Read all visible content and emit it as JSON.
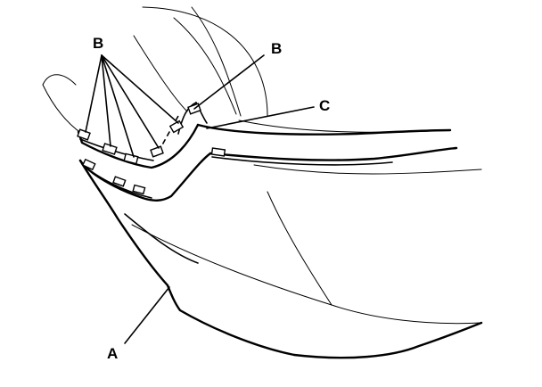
{
  "callouts": {
    "a": "A",
    "b_left": "B",
    "b_right": "B",
    "c": "C"
  }
}
